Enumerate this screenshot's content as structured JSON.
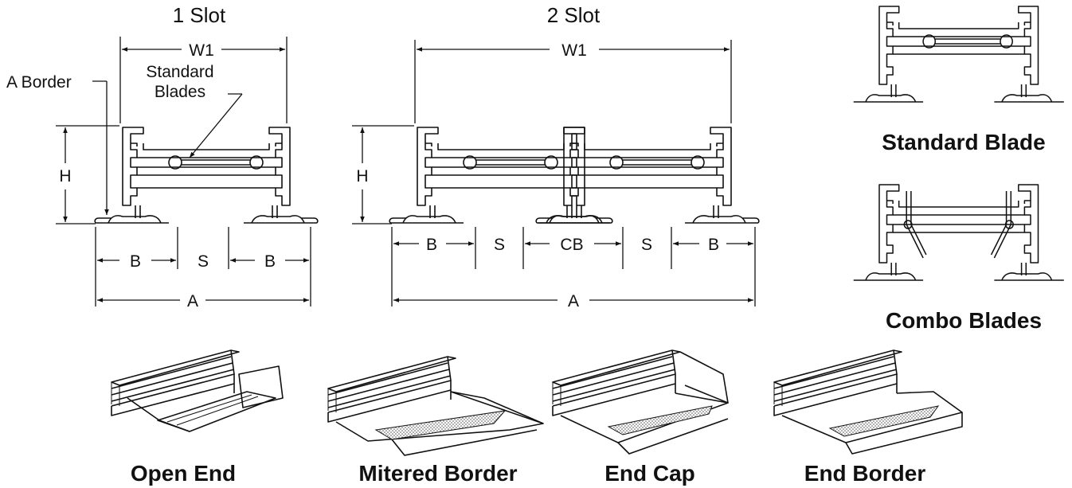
{
  "titles": {
    "one_slot": "1 Slot",
    "two_slot": "2 Slot"
  },
  "one_slot": {
    "w1": "W1",
    "a_border": "A Border",
    "blades_line1": "Standard",
    "blades_line2": "Blades",
    "h": "H",
    "b_left": "B",
    "s": "S",
    "b_right": "B",
    "a": "A"
  },
  "two_slot": {
    "w1": "W1",
    "h": "H",
    "b_left": "B",
    "s_left": "S",
    "cb": "CB",
    "s_right": "S",
    "b_right": "B",
    "a": "A"
  },
  "side_captions": {
    "standard_blade": "Standard Blade",
    "combo_blades": "Combo Blades"
  },
  "bottom_captions": {
    "open_end": "Open End",
    "mitered_border": "Mitered Border",
    "end_cap": "End Cap",
    "end_border": "End Border"
  },
  "colors": {
    "ink": "#111111",
    "background": "#ffffff"
  }
}
